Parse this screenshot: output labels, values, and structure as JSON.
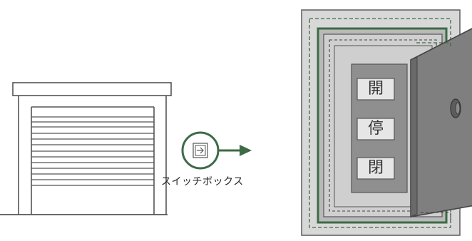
{
  "switch_box": {
    "label": "スイッチボックス"
  },
  "panel": {
    "buttons": [
      {
        "label": "開"
      },
      {
        "label": "停"
      },
      {
        "label": "閉"
      }
    ]
  },
  "colors": {
    "outline": "#555555",
    "accent_green": "#3d6b46",
    "panel_gray": "#d8d8d8",
    "door_gray": "#7f7f7f"
  },
  "icons": [
    "shutter-garage-icon",
    "switch-icon",
    "arrow-right-icon",
    "control-panel-box-icon"
  ]
}
